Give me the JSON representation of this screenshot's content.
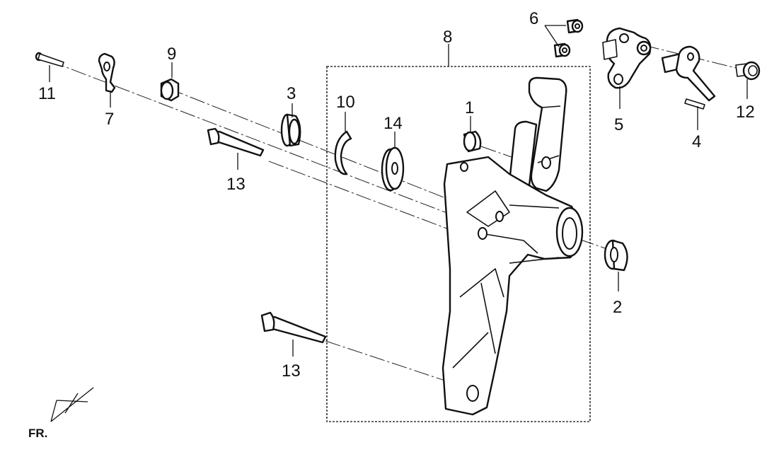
{
  "callouts": {
    "c1": "1",
    "c2": "2",
    "c3": "3",
    "c4": "4",
    "c5": "5",
    "c6": "6",
    "c7": "7",
    "c8": "8",
    "c9": "9",
    "c10": "10",
    "c11": "11",
    "c12": "12",
    "c13a": "13",
    "c13b": "13",
    "c14": "14"
  },
  "direction": {
    "label": "FR."
  }
}
